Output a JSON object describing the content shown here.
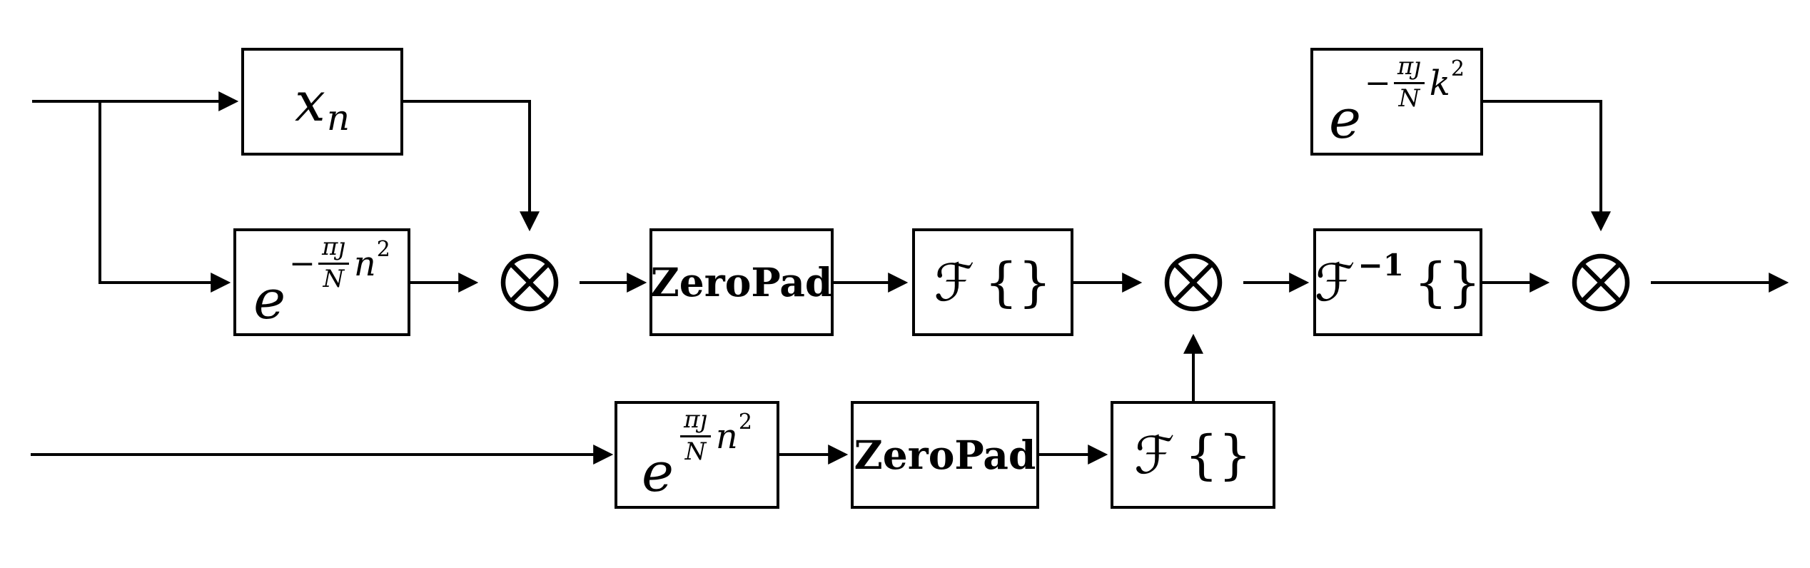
{
  "figure": {
    "background": "#ffffff",
    "ink": "#000000",
    "icons": {
      "multiply": "⊗",
      "arrowhead": "▶"
    },
    "blocks": {
      "xn": {
        "var": "x",
        "sub": "n"
      },
      "chirp_n": {
        "base": "e",
        "sign": "−",
        "num": "πȷ",
        "den": "N",
        "arg": "n",
        "pow": "2"
      },
      "zeropad_main": {
        "label": "ZeroPad"
      },
      "dft_main": {
        "op": "ℱ",
        "braces": "{}"
      },
      "idft": {
        "op": "ℱ",
        "sup": "−1",
        "braces": "{}"
      },
      "chirp_k": {
        "base": "e",
        "sign": "−",
        "num": "πȷ",
        "den": "N",
        "arg": "k",
        "pow": "2"
      },
      "chirp_pos": {
        "base": "e",
        "sign": "",
        "num": "πȷ",
        "den": "N",
        "arg": "n",
        "pow": "2"
      },
      "zeropad_aux": {
        "label": "ZeroPad"
      },
      "dft_aux": {
        "op": "ℱ",
        "braces": "{}"
      }
    }
  }
}
